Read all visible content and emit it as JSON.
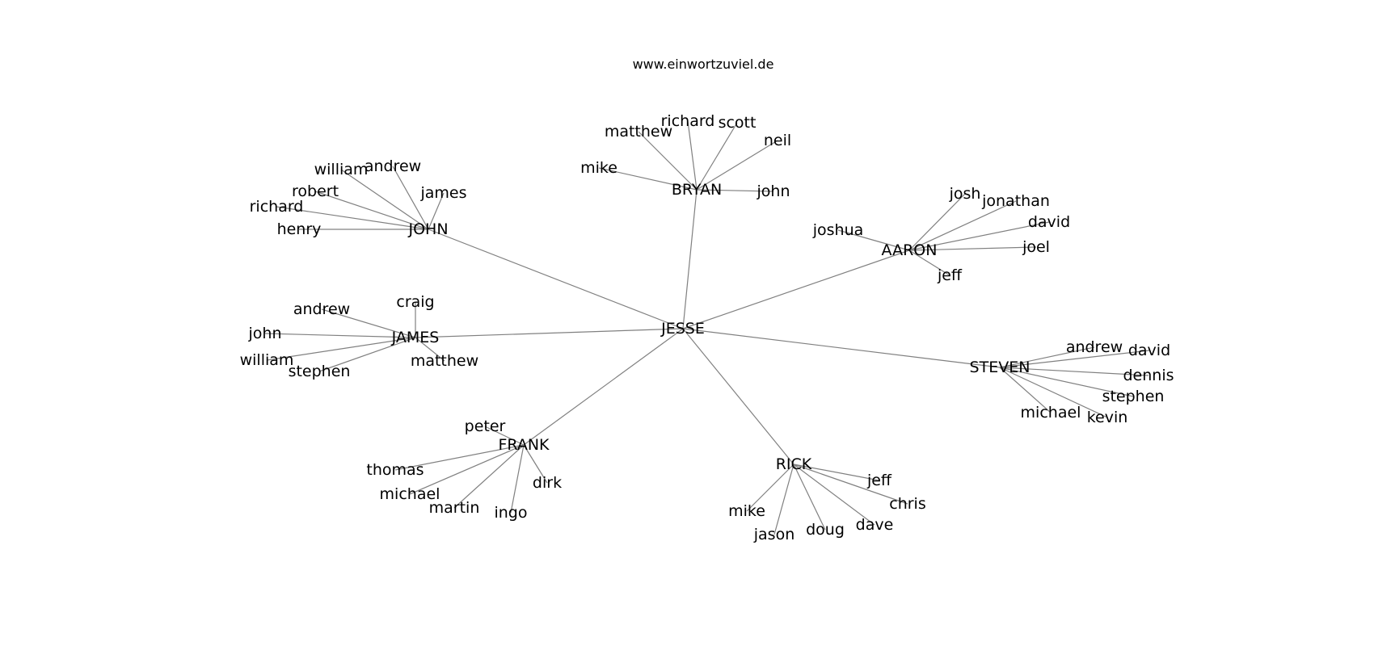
{
  "watermark": "www.einwortzuviel.de",
  "colors": {
    "edge": "#808080",
    "text": "#000000",
    "background": "#ffffff"
  },
  "graph": {
    "root": "JESSE",
    "hubs": [
      {
        "name": "JOHN",
        "leaves": [
          "william",
          "andrew",
          "robert",
          "james",
          "richard",
          "henry"
        ]
      },
      {
        "name": "BRYAN",
        "leaves": [
          "matthew",
          "richard",
          "scott",
          "neil",
          "mike",
          "john"
        ]
      },
      {
        "name": "AARON",
        "leaves": [
          "josh",
          "jonathan",
          "david",
          "joshua",
          "joel",
          "jeff"
        ]
      },
      {
        "name": "JAMES",
        "leaves": [
          "craig",
          "andrew",
          "john",
          "william",
          "stephen",
          "matthew"
        ]
      },
      {
        "name": "STEVEN",
        "leaves": [
          "andrew",
          "david",
          "dennis",
          "stephen",
          "michael",
          "kevin"
        ]
      },
      {
        "name": "FRANK",
        "leaves": [
          "peter",
          "thomas",
          "michael",
          "martin",
          "ingo",
          "dirk"
        ]
      },
      {
        "name": "RICK",
        "leaves": [
          "jeff",
          "chris",
          "mike",
          "jason",
          "doug",
          "dave"
        ]
      }
    ]
  }
}
